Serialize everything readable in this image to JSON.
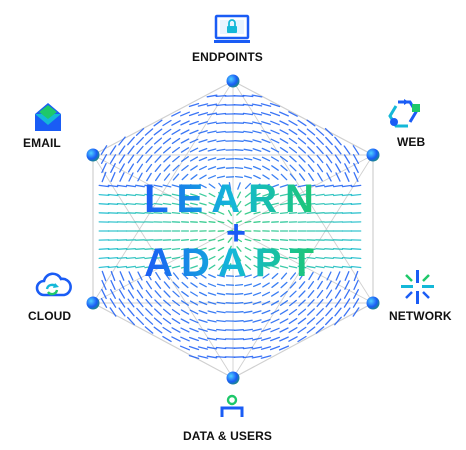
{
  "diagram": {
    "center": {
      "line1": "LEARN",
      "plus": "+",
      "line2": "ADAPT"
    },
    "nodes": [
      {
        "id": "endpoints",
        "label": "ENDPOINTS",
        "icon": "endpoints-icon"
      },
      {
        "id": "web",
        "label": "WEB",
        "icon": "web-icon"
      },
      {
        "id": "network",
        "label": "NETWORK",
        "icon": "network-icon"
      },
      {
        "id": "data-users",
        "label": "DATA & USERS",
        "icon": "data-users-icon"
      },
      {
        "id": "cloud",
        "label": "CLOUD",
        "icon": "cloud-icon"
      },
      {
        "id": "email",
        "label": "EMAIL",
        "icon": "email-icon"
      }
    ],
    "colors": {
      "blue": "#1a5cf5",
      "green": "#1ec86a",
      "cyan": "#14b8d8",
      "line": "#d0d0d0"
    }
  }
}
